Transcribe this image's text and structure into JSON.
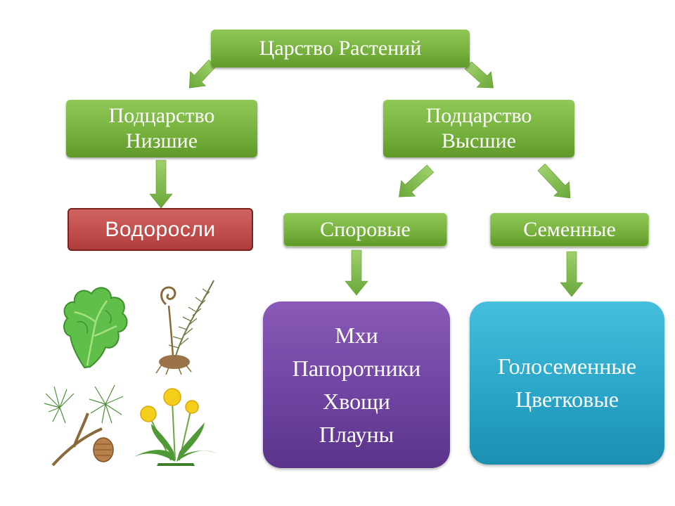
{
  "root": {
    "label": "Царство Растений"
  },
  "subkingdoms": [
    {
      "line1": "Подцарство",
      "line2": "Низшие"
    },
    {
      "line1": "Подцарство",
      "line2": "Высшие"
    }
  ],
  "algae": {
    "label": "Водоросли"
  },
  "groups": [
    {
      "label": "Споровые",
      "items": [
        "Мхи",
        "Папоротники",
        "Хвощи",
        "Плауны"
      ]
    },
    {
      "label": "Семенные",
      "items": [
        "Голосеменные",
        "Цветковые"
      ]
    }
  ],
  "colors": {
    "green": "#78b23e",
    "red": "#bf4c4a",
    "purple": "#6f44a2",
    "cyan": "#2aa6c8",
    "arrow": "#7ab648"
  },
  "illustrations": [
    "algae-plant",
    "fern-plant",
    "pine-branch",
    "dandelion-plant"
  ]
}
